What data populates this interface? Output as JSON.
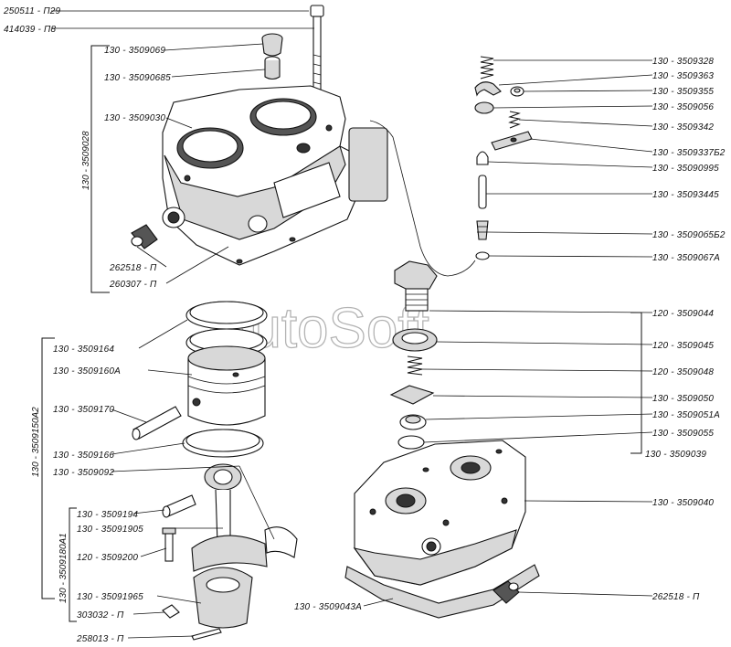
{
  "watermark": "AutoSoft",
  "labels": {
    "l250511": "250511 - П29",
    "l414039": "414039 - П8",
    "l3509069": "130 - 3509069",
    "l3509068b": "130 - 35090685",
    "l3509030": "130 - 3509030",
    "l262518a": "262518 - П",
    "l260307": "260307 - П",
    "l3509028v": "130 - 3509028",
    "l3509164": "130 - 3509164",
    "l3509160a": "130 - 3509160А",
    "l3509170": "130 - 3509170",
    "l3509166": "130 - 3509166",
    "l3509092": "130 - 3509092",
    "l3509150v": "130 - 3509150А2",
    "l3509194": "130 - 3509194",
    "l3509190b": "130 - 35091905",
    "l3509200": "120 - 3509200",
    "l3509180v": "130 - 3509180А1",
    "l3509196b": "130 - 35091965",
    "l303032": "303032 - П",
    "l258013": "258013 - П",
    "l3509328": "130 - 3509328",
    "l3509363": "130 - 3509363",
    "l3509355": "130 - 3509355",
    "l3509056": "130 - 3509056",
    "l3509342": "130 - 3509342",
    "l3509337b2": "130 - 3509337Б2",
    "l3509099b": "130 - 35090995",
    "l3509344b": "130 - 35093445",
    "l3509065b2": "130 - 35090б5Б2",
    "l3509067a": "130 - 3509067А",
    "l3509044": "120 - 3509044",
    "l3509045": "120 - 3509045",
    "l3509048": "120 - 3509048",
    "l3509050": "130 - 3509050",
    "l3509051a": "130 - 3509051А",
    "l3509055": "130 - 3509055",
    "l3509039": "130 - 3509039",
    "l3509040": "130 - 3509040",
    "l262518b": "262518 - П",
    "l3509043a": "130 - 3509043А"
  }
}
